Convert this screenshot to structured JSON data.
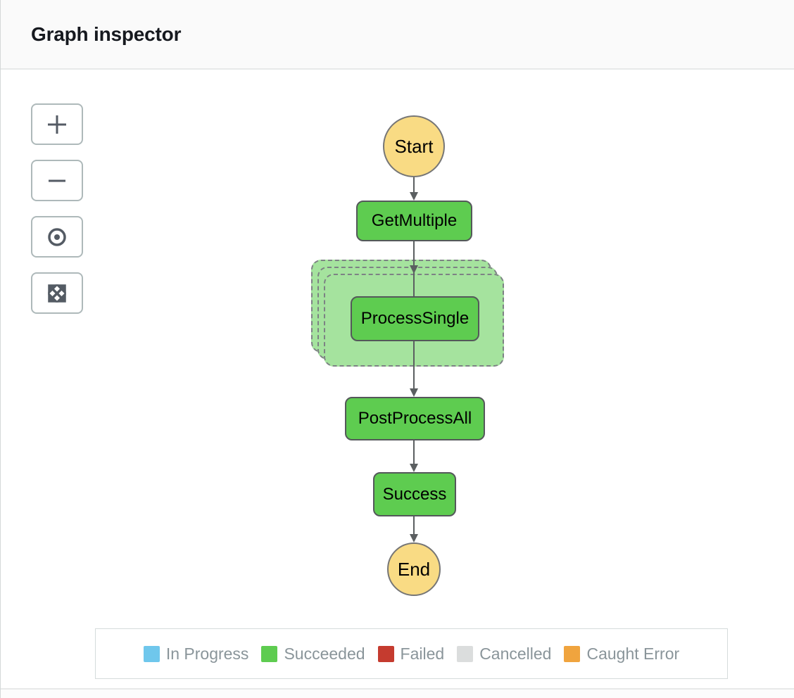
{
  "header": {
    "title": "Graph inspector"
  },
  "toolbar": {
    "icons": [
      "plus-icon",
      "minus-icon",
      "center-target-icon",
      "expand-arrows-icon"
    ]
  },
  "graph": {
    "nodes": [
      {
        "id": "start",
        "label": "Start",
        "type": "start-terminal",
        "shape": "circle"
      },
      {
        "id": "get-multiple",
        "label": "GetMultiple",
        "type": "task",
        "status": "succeeded"
      },
      {
        "id": "process-single",
        "label": "ProcessSingle",
        "type": "map-iteration",
        "status": "succeeded",
        "stacked_iterations": 3
      },
      {
        "id": "post-process-all",
        "label": "PostProcessAll",
        "type": "task",
        "status": "succeeded"
      },
      {
        "id": "success",
        "label": "Success",
        "type": "succeed",
        "status": "succeeded"
      },
      {
        "id": "end",
        "label": "End",
        "type": "end-terminal",
        "shape": "circle"
      }
    ],
    "edges": [
      [
        "Start",
        "GetMultiple"
      ],
      [
        "GetMultiple",
        "ProcessSingle"
      ],
      [
        "ProcessSingle",
        "PostProcessAll"
      ],
      [
        "PostProcessAll",
        "Success"
      ],
      [
        "Success",
        "End"
      ]
    ]
  },
  "colors": {
    "succeeded_node": "#5ECC50",
    "map_container": "#A5E39E",
    "terminal_node": "#F9DB84",
    "edge": "#5b5f61"
  },
  "legend": {
    "items": [
      {
        "label": "In Progress",
        "color": "#6FC7EC"
      },
      {
        "label": "Succeeded",
        "color": "#5ECC50"
      },
      {
        "label": "Failed",
        "color": "#C53B2F"
      },
      {
        "label": "Cancelled",
        "color": "#DBDDDD"
      },
      {
        "label": "Caught Error",
        "color": "#F0A43E"
      }
    ]
  }
}
